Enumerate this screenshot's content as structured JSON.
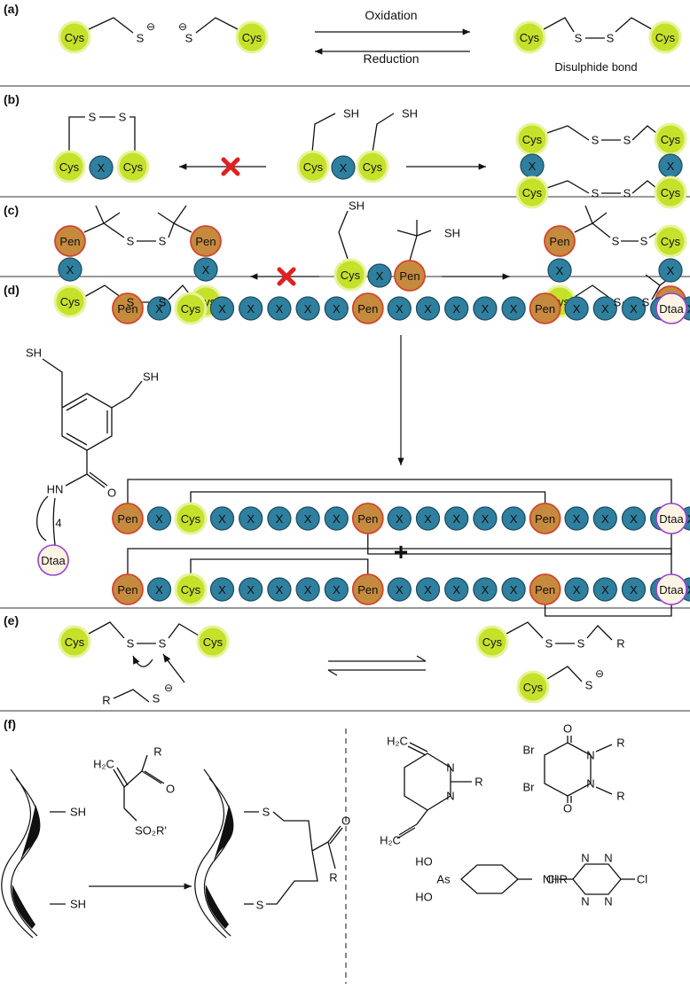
{
  "panels": {
    "a": {
      "label": "(a)",
      "oxidation": "Oxidation",
      "reduction": "Reduction",
      "bond_caption": "Disulphide bond"
    },
    "b": {
      "label": "(b)"
    },
    "c": {
      "label": "(c)"
    },
    "d": {
      "label": "(d)",
      "plus": "+"
    },
    "e": {
      "label": "(e)"
    },
    "f": {
      "label": "(f)"
    }
  },
  "residues": {
    "cys": "Cys",
    "pen": "Pen",
    "x": "X",
    "dtaa": "Dtaa"
  },
  "atoms": {
    "S": "S",
    "SH": "SH",
    "HN": "HN",
    "O": "O",
    "N": "N",
    "R": "R",
    "Rp": "R'",
    "H2C": "H₂C",
    "SO2R": "SO₂R'",
    "Br": "Br",
    "Cl": "Cl",
    "As": "As",
    "HO": "HO",
    "NHR": "NHR",
    "four": "4",
    "minus": "⊖"
  },
  "colors": {
    "cys": "#c6e12a",
    "cys_ring": "#e8f39a",
    "pen": "#c68a3e",
    "pen_ring": "#d2452b",
    "x": "#2f7f9e",
    "x_ring": "#1f4f66",
    "dtaa_ring": "#9b3fd6",
    "cross": "#e02020",
    "reagent": "#d8261e"
  },
  "icons": {
    "blocked": "red-cross-icon"
  }
}
